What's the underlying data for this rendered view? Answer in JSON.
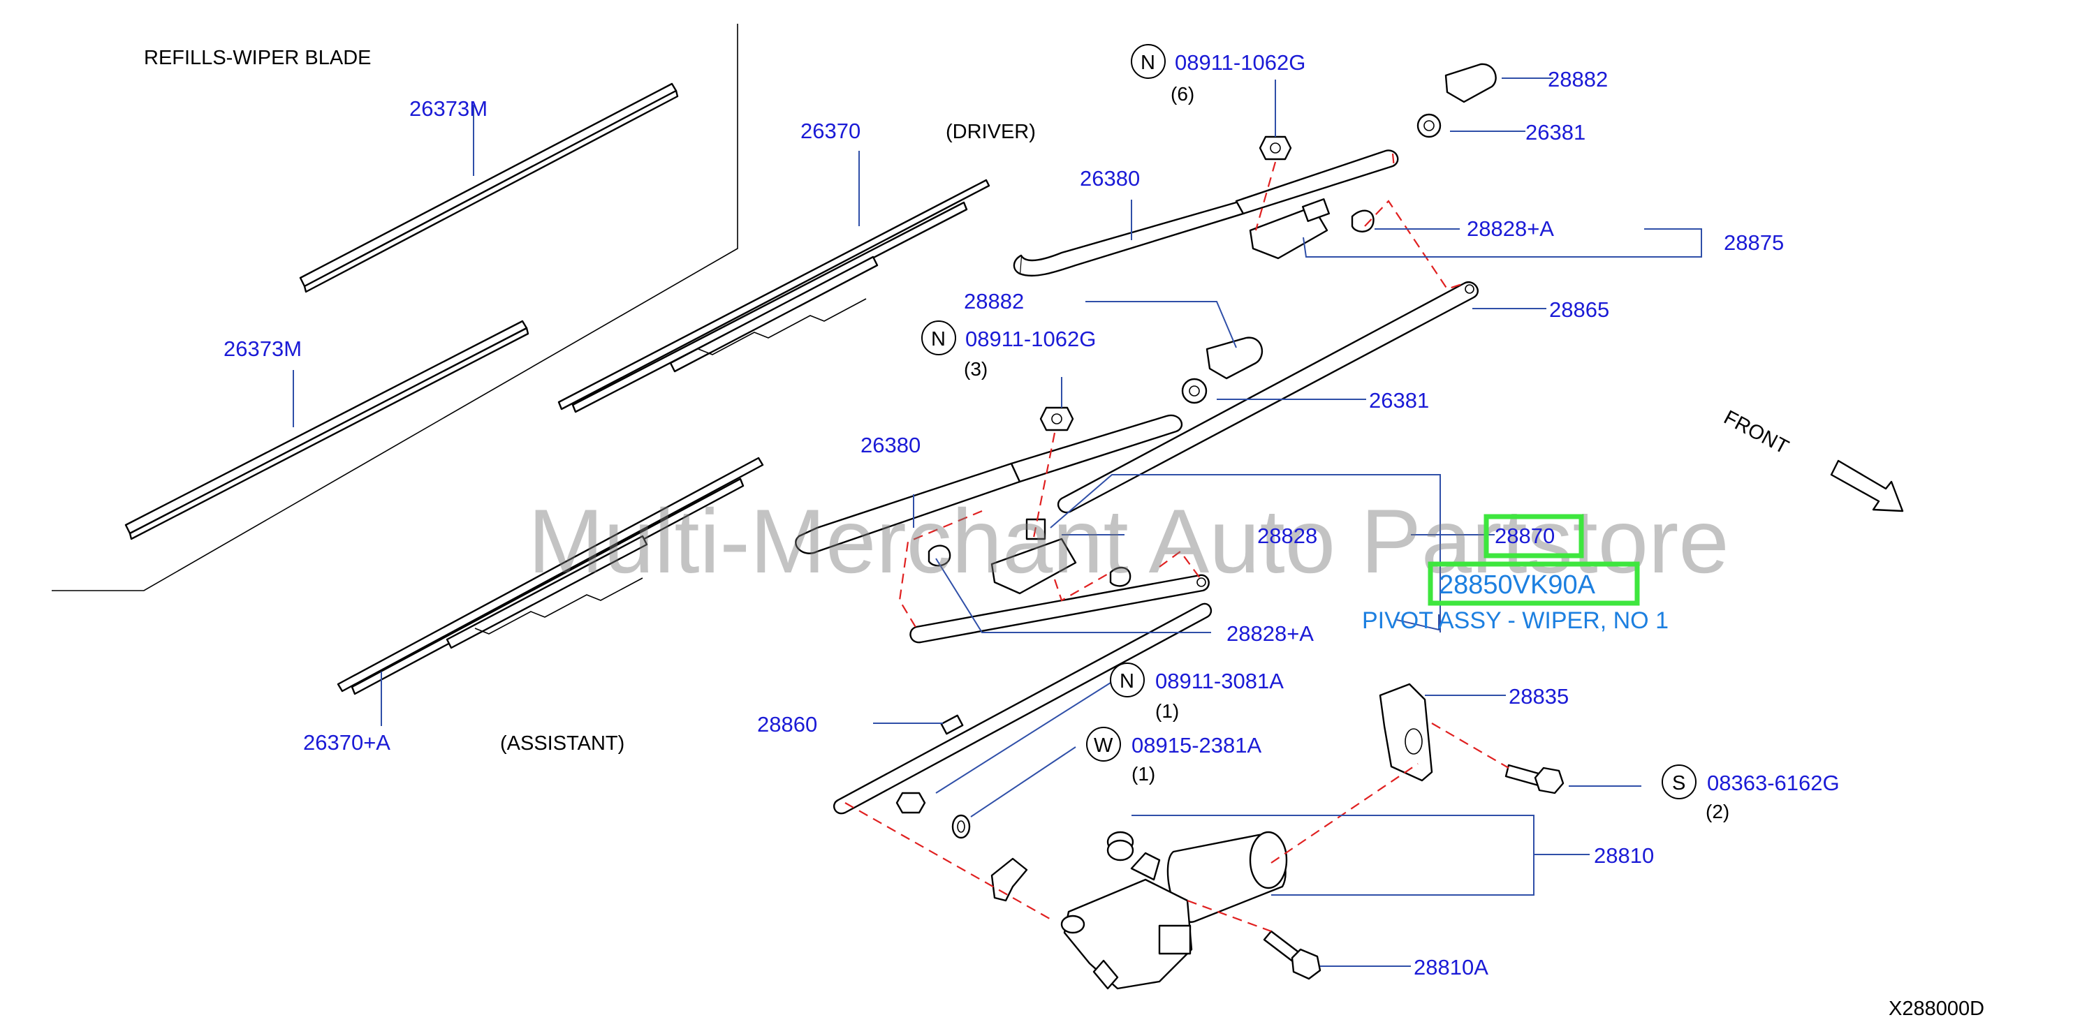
{
  "header": {
    "refills_title": "REFILLS-WIPER   BLADE",
    "driver": "(DRIVER)",
    "assistant": "(ASSISTANT)",
    "front": "FRONT",
    "diagram_code": "X288000D"
  },
  "watermark": "Multi-Merchant Auto Partstore",
  "parts": {
    "p26373M_a": "26373M",
    "p26373M_b": "26373M",
    "p26370": "26370",
    "p26370A": "26370+A",
    "p26380_a": "26380",
    "p26380_b": "26380",
    "p08911_1062G_a": "08911-1062G",
    "p08911_1062G_b": "08911-1062G",
    "p28882_a": "28882",
    "p28882_b": "28882",
    "p26381_a": "26381",
    "p26381_b": "26381",
    "p28828A_a": "28828+A",
    "p28828A_b": "28828+A",
    "p28875": "28875",
    "p28865": "28865",
    "p28828": "28828",
    "p28870": "28870",
    "p28850VK90A": "28850VK90A",
    "pivot_desc": "PIVOT ASSY - WIPER, NO 1",
    "p28860": "28860",
    "p08911_3081A": "08911-3081A",
    "p08915_2381A": "08915-2381A",
    "p28835": "28835",
    "p08363_6162G": "08363-6162G",
    "p28810": "28810",
    "p28810A": "28810A"
  },
  "quantities": {
    "q6": "(6)",
    "q3": "(3)",
    "q1_a": "(1)",
    "q1_b": "(1)",
    "q2": "(2)"
  },
  "symbols": {
    "n1": "N",
    "n2": "N",
    "n3": "N",
    "w1": "W",
    "s1": "S"
  },
  "colors": {
    "part_number": "#1a1ad6",
    "highlight_text": "#1c7fe0",
    "highlight_box": "#3ee63e",
    "dashed_link": "#e02020"
  }
}
